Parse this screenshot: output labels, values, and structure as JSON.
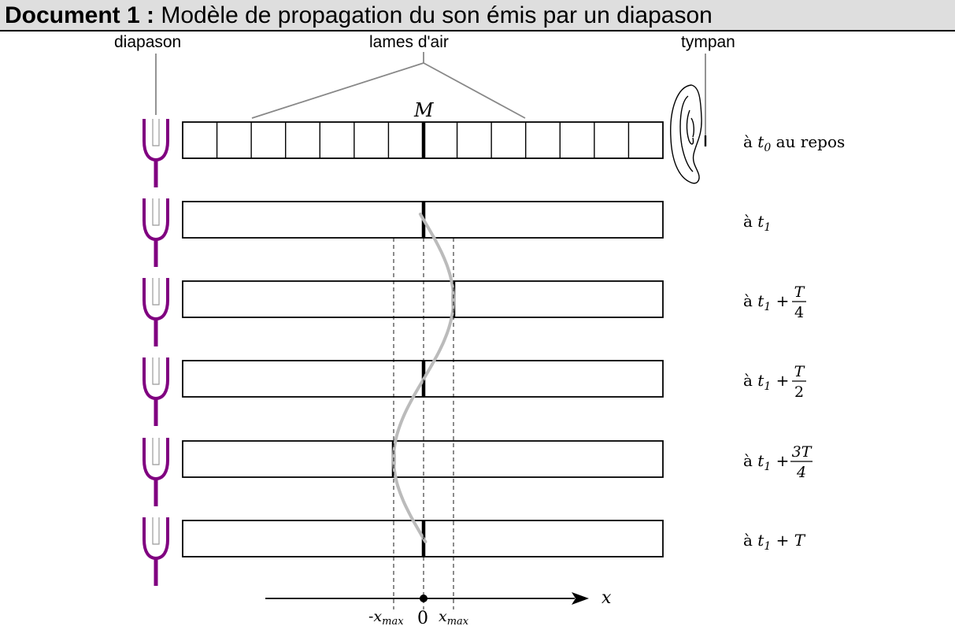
{
  "header": {
    "title_bold": "Document 1 :",
    "title_rest": " Modèle de propagation du son émis par un diapason"
  },
  "labels": {
    "diapason": "diapason",
    "lames": "lames d'air",
    "tympan": "tympan",
    "point": "M"
  },
  "rows": [
    {
      "prefix": "à ",
      "time": "t0",
      "time_base": "t",
      "time_sub": "0",
      "suffix": " au repos",
      "plus": "",
      "frac_num": "",
      "frac_den": "",
      "displacement": 0
    },
    {
      "prefix": "à ",
      "time": "t1",
      "time_base": "t",
      "time_sub": "1",
      "suffix": "",
      "plus": "",
      "frac_num": "",
      "frac_den": "",
      "displacement": 0
    },
    {
      "prefix": "à ",
      "time": "t1",
      "time_base": "t",
      "time_sub": "1",
      "suffix": "",
      "plus": " + ",
      "frac_num": "T",
      "frac_den": "4",
      "displacement": 1
    },
    {
      "prefix": "à ",
      "time": "t1",
      "time_base": "t",
      "time_sub": "1",
      "suffix": "",
      "plus": " + ",
      "frac_num": "T",
      "frac_den": "2",
      "displacement": 0
    },
    {
      "prefix": "à ",
      "time": "t1",
      "time_base": "t",
      "time_sub": "1",
      "suffix": "",
      "plus": " + ",
      "frac_num": "3T",
      "frac_den": "4",
      "displacement": -1
    },
    {
      "prefix": "à ",
      "time": "t1",
      "time_base": "t",
      "time_sub": "1",
      "suffix": "",
      "plus": " + T",
      "frac_num": "",
      "frac_den": "",
      "displacement": 0
    }
  ],
  "axis": {
    "var": "x",
    "origin": "0",
    "neg_max_sign": "-",
    "max_base": "x",
    "max_sub": "max"
  },
  "colors": {
    "fork": "#800080",
    "wave": "#bbbbbb",
    "header_bg": "#dedede",
    "line": "#000000"
  },
  "icons": {
    "fork": "tuning-fork-icon",
    "ear": "ear-icon"
  }
}
